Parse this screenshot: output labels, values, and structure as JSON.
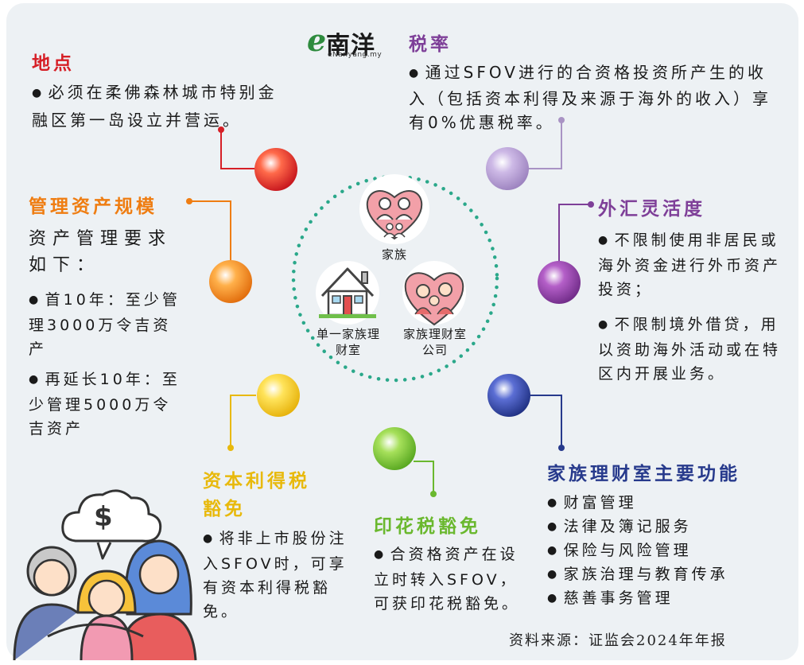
{
  "logo": {
    "mark": "e",
    "name": "南洋",
    "sub": "eNanyang.my"
  },
  "center": {
    "family": "家族",
    "single_office": "单一家族理财室",
    "multi_office": "家族理财室公司"
  },
  "location": {
    "title": "地点",
    "text": "必须在柔佛森林城市特别金融区第一岛设立并营运。"
  },
  "aum": {
    "title": "管理资产规模",
    "intro": "资产管理要求如下：",
    "item1": "首10年：至少管理3000万令吉资产",
    "item2": "再延长10年：至少管理5000万令吉资产"
  },
  "cgt": {
    "title_line1": "资本利得税",
    "title_line2": "豁免",
    "text": "将非上市股份注入SFOV时，可享有资本利得税豁免。"
  },
  "stamp": {
    "title": "印花税豁免",
    "text": "合资格资产在设立时转入SFOV，可获印花税豁免。"
  },
  "tax": {
    "title": "税率",
    "text": "通过SFOV进行的合资格投资所产生的收入（包括资本利得及来源于海外的收入）享有0%优惠税率。"
  },
  "fx": {
    "title": "外汇灵活度",
    "item1": "不限制使用非居民或海外资金进行外币资产投资；",
    "item2": "不限制境外借贷，用以资助海外活动或在特区内开展业务。"
  },
  "functions": {
    "title": "家族理财室主要功能",
    "items": [
      "财富管理",
      "法律及簿记服务",
      "保险与风险管理",
      "家族治理与教育传承",
      "慈善事务管理"
    ]
  },
  "illustration": {
    "currency_symbol": "$"
  },
  "source": "资料来源：证监会2024年年报",
  "colors": {
    "red": "#d61f26",
    "orange": "#ef7d12",
    "yellow": "#e8b90c",
    "green": "#6ab82e",
    "purple": "#7e3f98",
    "navy": "#273a8c",
    "lavender": "#a993c4",
    "teal": "#2aa88a"
  }
}
